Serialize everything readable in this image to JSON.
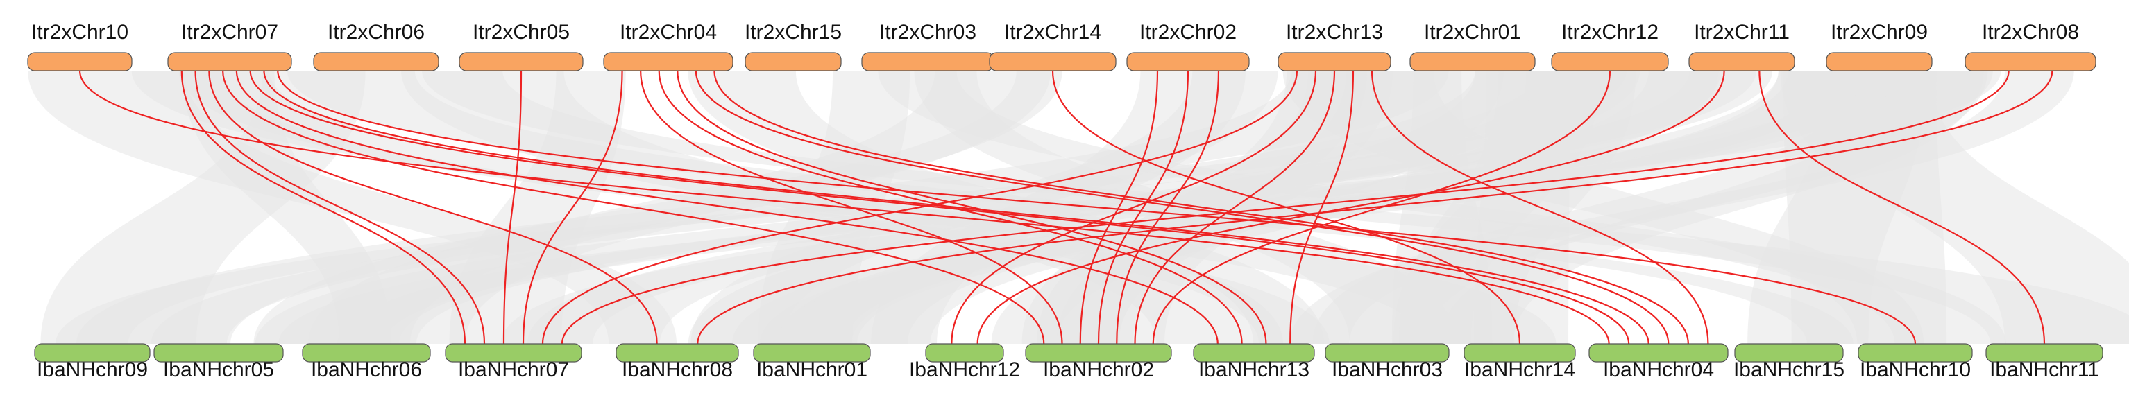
{
  "colors": {
    "top_chromosome": "#f9a461",
    "bottom_chromosome": "#99cc66",
    "chromosome_outline": "#555555",
    "background_link": "#e6e6e6",
    "highlight_link": "#ee2222"
  },
  "top_chromosomes": [
    {
      "name": "Itr2xChr10"
    },
    {
      "name": "Itr2xChr07"
    },
    {
      "name": "Itr2xChr06"
    },
    {
      "name": "Itr2xChr05"
    },
    {
      "name": "Itr2xChr04"
    },
    {
      "name": "Itr2xChr15"
    },
    {
      "name": "Itr2xChr03"
    },
    {
      "name": "Itr2xChr14"
    },
    {
      "name": "Itr2xChr02"
    },
    {
      "name": "Itr2xChr13"
    },
    {
      "name": "Itr2xChr01"
    },
    {
      "name": "Itr2xChr12"
    },
    {
      "name": "Itr2xChr11"
    },
    {
      "name": "Itr2xChr09"
    },
    {
      "name": "Itr2xChr08"
    }
  ],
  "bottom_chromosomes": [
    {
      "name": "IbaNHchr09"
    },
    {
      "name": "IbaNHchr05"
    },
    {
      "name": "IbaNHchr06"
    },
    {
      "name": "IbaNHchr07"
    },
    {
      "name": "IbaNHchr08"
    },
    {
      "name": "IbaNHchr01"
    },
    {
      "name": "IbaNHchr12"
    },
    {
      "name": "IbaNHchr02"
    },
    {
      "name": "IbaNHchr13"
    },
    {
      "name": "IbaNHchr03"
    },
    {
      "name": "IbaNHchr14"
    },
    {
      "name": "IbaNHchr04"
    },
    {
      "name": "IbaNHchr15"
    },
    {
      "name": "IbaNHchr10"
    },
    {
      "name": "IbaNHchr11"
    }
  ],
  "highlighted_links": [
    {
      "from": "Itr2xChr10",
      "to": "IbaNHchr04"
    },
    {
      "from": "Itr2xChr07",
      "to": "IbaNHchr07"
    },
    {
      "from": "Itr2xChr07",
      "to": "IbaNHchr07"
    },
    {
      "from": "Itr2xChr07",
      "to": "IbaNHchr08"
    },
    {
      "from": "Itr2xChr07",
      "to": "IbaNHchr02"
    },
    {
      "from": "Itr2xChr07",
      "to": "IbaNHchr13"
    },
    {
      "from": "Itr2xChr07",
      "to": "IbaNHchr04"
    },
    {
      "from": "Itr2xChr07",
      "to": "IbaNHchr04"
    },
    {
      "from": "Itr2xChr07",
      "to": "IbaNHchr10"
    },
    {
      "from": "Itr2xChr05",
      "to": "IbaNHchr07"
    },
    {
      "from": "Itr2xChr04",
      "to": "IbaNHchr07"
    },
    {
      "from": "Itr2xChr04",
      "to": "IbaNHchr02"
    },
    {
      "from": "Itr2xChr04",
      "to": "IbaNHchr13"
    },
    {
      "from": "Itr2xChr04",
      "to": "IbaNHchr13"
    },
    {
      "from": "Itr2xChr04",
      "to": "IbaNHchr04"
    },
    {
      "from": "Itr2xChr04",
      "to": "IbaNHchr04"
    },
    {
      "from": "Itr2xChr14",
      "to": "IbaNHchr14"
    },
    {
      "from": "Itr2xChr02",
      "to": "IbaNHchr02"
    },
    {
      "from": "Itr2xChr02",
      "to": "IbaNHchr02"
    },
    {
      "from": "Itr2xChr02",
      "to": "IbaNHchr02"
    },
    {
      "from": "Itr2xChr13",
      "to": "IbaNHchr07"
    },
    {
      "from": "Itr2xChr13",
      "to": "IbaNHchr12"
    },
    {
      "from": "Itr2xChr13",
      "to": "IbaNHchr02"
    },
    {
      "from": "Itr2xChr13",
      "to": "IbaNHchr13"
    },
    {
      "from": "Itr2xChr13",
      "to": "IbaNHchr04"
    },
    {
      "from": "Itr2xChr12",
      "to": "IbaNHchr02"
    },
    {
      "from": "Itr2xChr11",
      "to": "IbaNHchr12"
    },
    {
      "from": "Itr2xChr11",
      "to": "IbaNHchr11"
    },
    {
      "from": "Itr2xChr08",
      "to": "IbaNHchr07"
    },
    {
      "from": "Itr2xChr08",
      "to": "IbaNHchr08"
    }
  ]
}
